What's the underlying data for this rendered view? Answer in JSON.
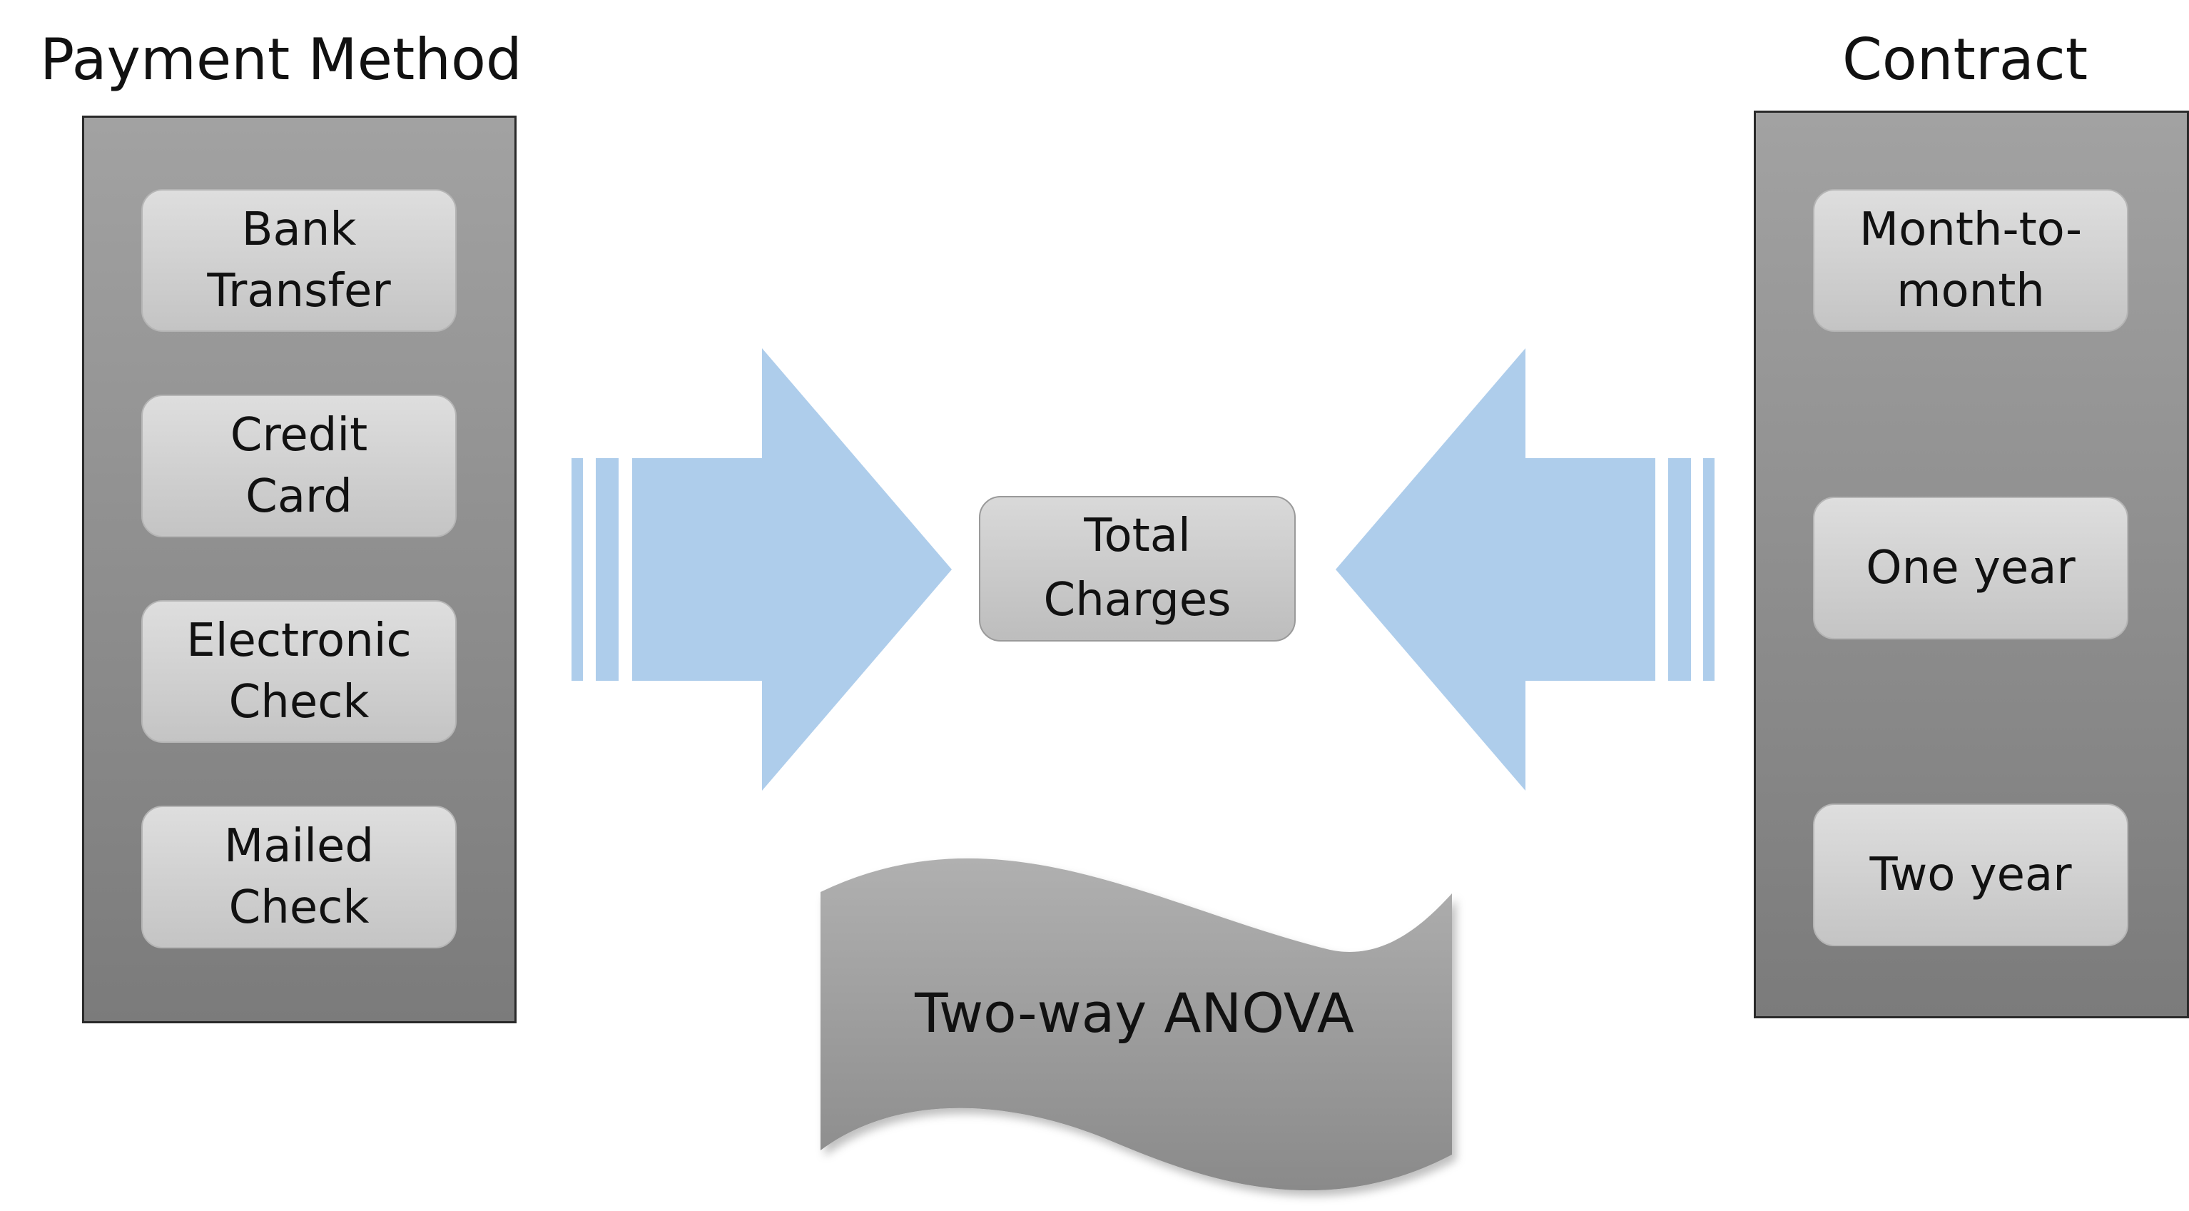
{
  "left_group": {
    "title": "Payment Method",
    "items": [
      "Bank\nTransfer",
      "Credit\nCard",
      "Electronic\nCheck",
      "Mailed\nCheck"
    ]
  },
  "right_group": {
    "title": "Contract",
    "items": [
      "Month-to-\nmonth",
      "One year",
      "Two year"
    ]
  },
  "center": {
    "label": "Total\nCharges"
  },
  "method": {
    "label": "Two-way ANOVA"
  },
  "colors": {
    "arrow": "#AECDEB",
    "panel_top": "#A2A2A2",
    "panel_bottom": "#7B7B7B",
    "pill": "#D0D0D0"
  }
}
